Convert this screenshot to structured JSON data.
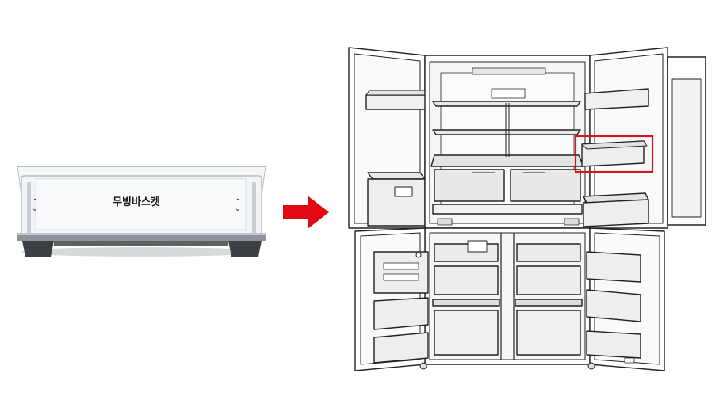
{
  "product_part": {
    "label": "무빙바스켓",
    "adjust_symbol": "⌃⌄"
  },
  "arrow": {
    "color": "#e30613",
    "direction": "right"
  },
  "fridge_diagram": {
    "highlight": {
      "color": "#d7141c",
      "target": "moving-basket-right-door-middle"
    }
  },
  "icons": [
    "arrow-right-icon",
    "up-down-icon"
  ]
}
